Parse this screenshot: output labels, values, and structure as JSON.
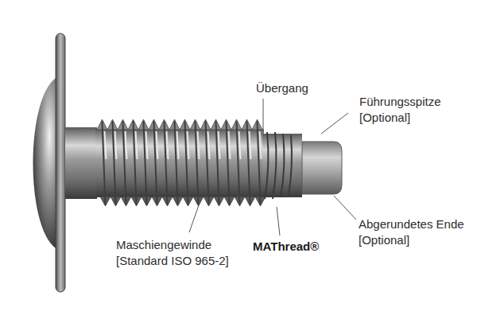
{
  "diagram": {
    "labels": [
      "Übergang",
      "Führungsspitze [Optional]",
      "Abgerundetes Ende [Optional]",
      "Maschiengewinde [Standard ISO 965-2]",
      "MAThread®"
    ]
  }
}
